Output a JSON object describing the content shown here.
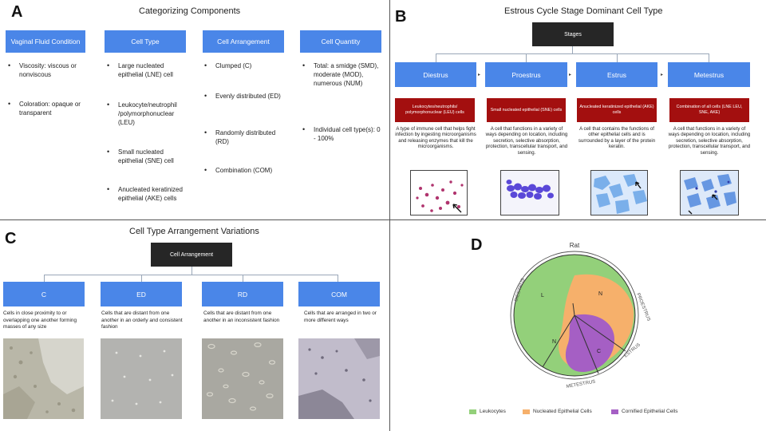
{
  "panel_a": {
    "letter": "A",
    "title": "Categorizing Components",
    "columns": [
      {
        "header": "Vaginal Fluid Condition",
        "items": [
          "Viscosity: viscous or nonviscous",
          "Coloration: opaque or transparent"
        ]
      },
      {
        "header": "Cell Type",
        "items": [
          "Large nucleated epithelial (LNE) cell",
          "Leukocyte/neutrophil /polymorphonuclear (LEU)",
          "Small nucleated epithelial (SNE) cell",
          "Anucleated keratinized epithelial (AKE) cells"
        ]
      },
      {
        "header": "Cell Arrangement",
        "items": [
          "Clumped (C)",
          "Evenly distributed (ED)",
          "Randomly distributed (RD)",
          "Combination (COM)"
        ]
      },
      {
        "header": "Cell Quantity",
        "items": [
          "Total: a smidge (SMD), moderate (MOD), numerous (NUM)",
          "Individual cell type(s): 0 - 100%"
        ]
      }
    ]
  },
  "panel_b": {
    "letter": "B",
    "title": "Estrous Cycle Stage Dominant Cell Type",
    "root": "Stages",
    "stages": [
      {
        "name": "Diestrus",
        "cell": "Leukocytes/neutrophils/ polymorphonuclear (LEU) cells",
        "description": "A type of immune cell that helps fight infection by ingesting microorganisms and releasing enzymes that kill the microorganisms."
      },
      {
        "name": "Proestrus",
        "cell": "Small nucleated epithelial (SNE) cells",
        "description": "A cell that functions in a variety of ways depending on location, including secretion, selective absorption, protection, transcellular transport, and sensing."
      },
      {
        "name": "Estrus",
        "cell": "Anucleated keratinized epithelial (AKE) cells",
        "description": "A cell that contains the functions of other epithelial cells and is surrounded by a layer of the protein keratin."
      },
      {
        "name": "Metestrus",
        "cell": "Combination of all cells (LNE LEU, SNE, AKE)",
        "description": "A cell that functions in a variety of ways depending on location, including secretion, selective absorption, protection, transcellular transport, and sensing."
      }
    ]
  },
  "panel_c": {
    "letter": "C",
    "title": "Cell Type Arrangement Variations",
    "root": "Cell Arrangement",
    "types": [
      {
        "name": "C",
        "description": "Cells in close proximity to or overlapping one another forming masses of any size"
      },
      {
        "name": "ED",
        "description": "Cells that are distant from one another in an orderly and consistent fashion"
      },
      {
        "name": "RD",
        "description": "Cells that are distant from one another in an inconsistent fashion"
      },
      {
        "name": "COM",
        "description": "Cells that are arranged in two or more different ways"
      }
    ]
  },
  "panel_d": {
    "letter": "D",
    "title": "Rat",
    "region_labels": {
      "leukocytes": "L",
      "nucleated_top": "N",
      "nucleated_bottom": "N",
      "cornified": "C"
    },
    "arc_labels": [
      "DIESTRUS",
      "PROESTRUS",
      "ESTRUS",
      "METESTRUS"
    ],
    "legend": [
      {
        "label": "Leukocytes",
        "color": "#93d07a"
      },
      {
        "label": "Nucleated Epithelial Cells",
        "color": "#f6b06b"
      },
      {
        "label": "Cornified Epithelial Cells",
        "color": "#a55fc4"
      }
    ]
  }
}
